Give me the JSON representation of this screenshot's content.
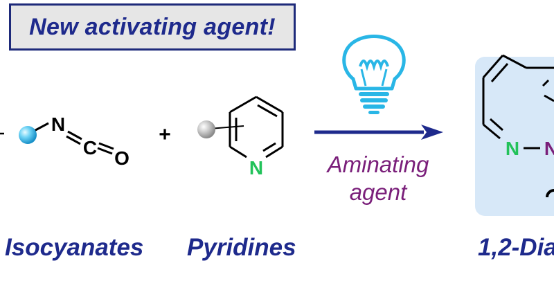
{
  "banner": {
    "text": "New activating agent!"
  },
  "reactant1": {
    "name": "Isocyanates",
    "atoms": {
      "n": "N",
      "c": "C",
      "o": "O"
    }
  },
  "plus": "+",
  "reactant2": {
    "name": "Pyridines",
    "atoms": {
      "n": "N"
    }
  },
  "reagent": {
    "line1": "Aminating",
    "line2": "agent"
  },
  "product": {
    "name_visible": "1,2-Dia",
    "atoms": {
      "n1": "N",
      "n2": "N"
    }
  },
  "colors": {
    "title_blue": "#1e2a8c",
    "agent_purple": "#7a1f7a",
    "nitrogen_green": "#22c25a",
    "bulb_cyan": "#29b6e6"
  },
  "icons": [
    "lightbulb-icon",
    "substituent-ball-icon"
  ]
}
